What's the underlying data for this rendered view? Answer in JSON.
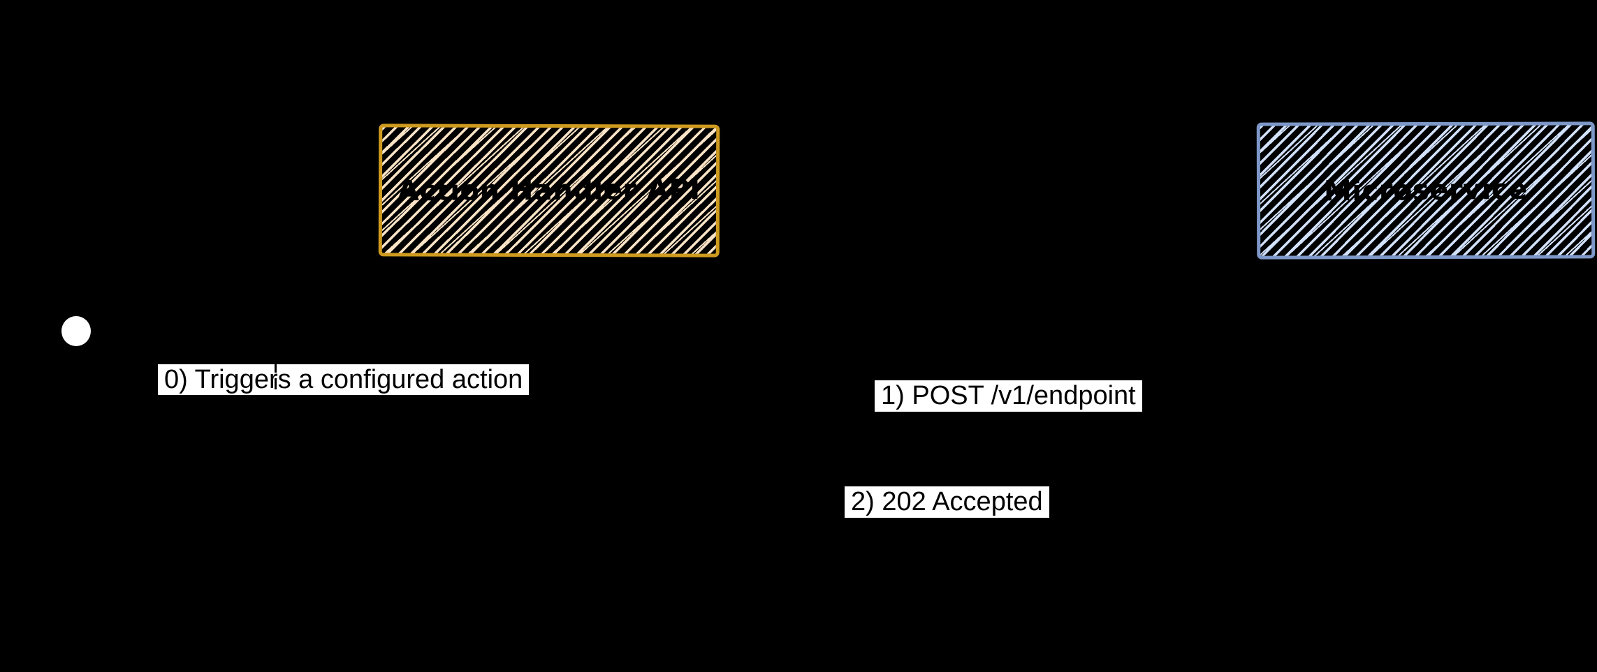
{
  "canvas": {
    "bg_color": "#000000"
  },
  "nodes": {
    "action_handler_api": {
      "label": "Action Handler API",
      "border_color": "#cf9b1f",
      "hatch_color": "#fbe3c6",
      "text_color": "#000000"
    },
    "microservice": {
      "label": "Microservice",
      "border_color": "#7d98c8",
      "hatch_color": "#d2e1fb",
      "text_color": "#000000"
    }
  },
  "actor": {
    "head_color": "#ffffff",
    "lifeline_color": "#000000"
  },
  "message_style": {
    "bg_color": "#ffffff",
    "text_color": "#000000"
  },
  "messages": [
    {
      "label": "0) Triggers a configured action"
    },
    {
      "label": "1) POST /v1/endpoint"
    },
    {
      "label": "2) 202 Accepted"
    }
  ]
}
